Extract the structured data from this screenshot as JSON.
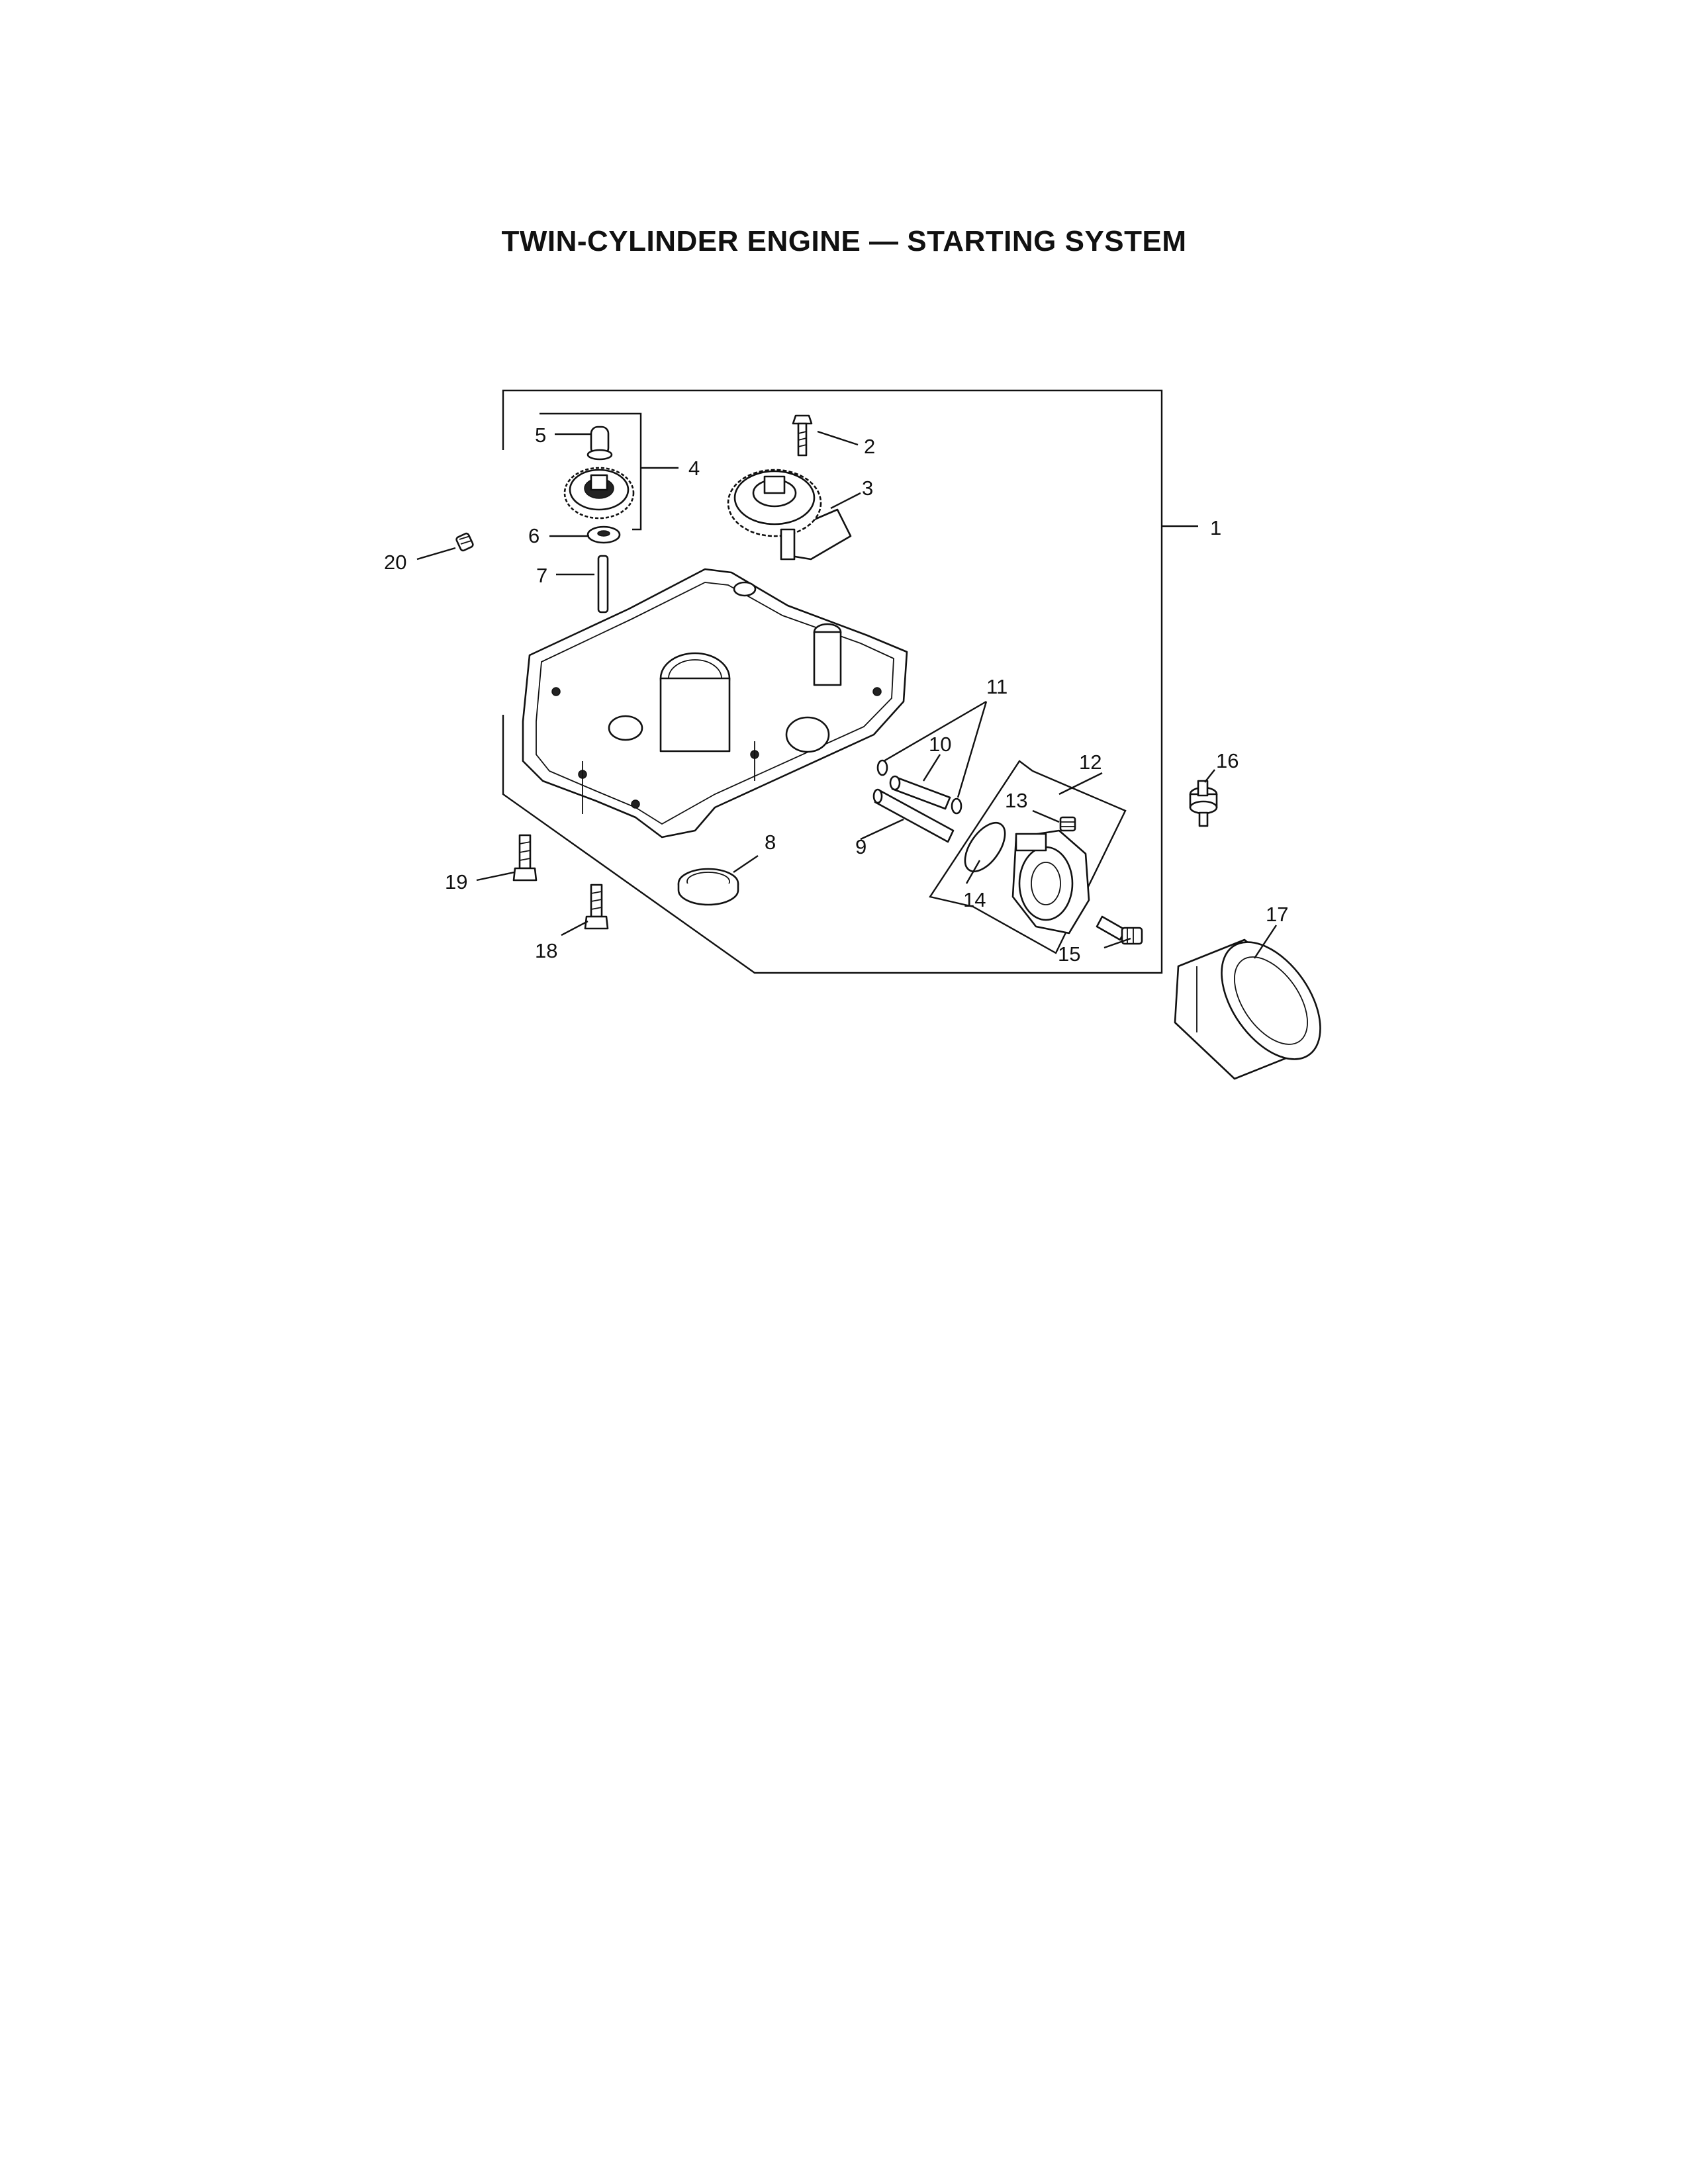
{
  "title": "TWIN-CYLINDER ENGINE — STARTING SYSTEM",
  "callouts": [
    "1",
    "2",
    "3",
    "4",
    "5",
    "6",
    "7",
    "8",
    "9",
    "10",
    "11",
    "12",
    "13",
    "14",
    "15",
    "16",
    "17",
    "18",
    "19",
    "20"
  ],
  "parts": [
    "oil-pan-assembly-icon",
    "bolt-icon",
    "oil-pump-gear-icon",
    "governor-gear-icon",
    "regulating-pin-icon",
    "washer-icon",
    "shaft-icon",
    "oil-seal-icon",
    "pickup-tube-icon",
    "pipe-icon",
    "o-ring-icon",
    "oil-filter-adapter-icon",
    "plug-icon",
    "gasket-icon",
    "nipple-icon",
    "oil-pressure-switch-icon",
    "oil-filter-icon",
    "screw-icon",
    "screw-icon",
    "plug-icon"
  ]
}
